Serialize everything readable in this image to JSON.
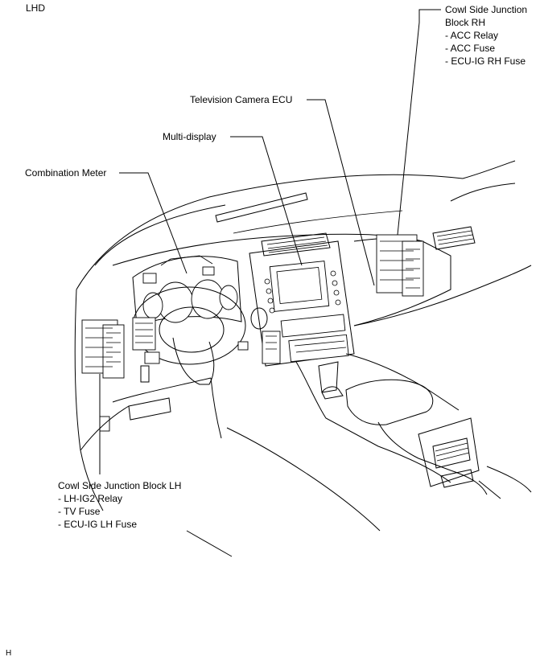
{
  "corner_top_left": "LHD",
  "corner_bottom_left": "H",
  "labels": {
    "cowl_rh": {
      "title_1": "Cowl Side Junction",
      "title_2": "Block  RH",
      "items": [
        "- ACC Relay",
        "- ACC Fuse",
        "- ECU-IG RH Fuse"
      ]
    },
    "tv_camera_ecu": "Television Camera ECU",
    "multi_display": "Multi-display",
    "combination_meter": "Combination Meter",
    "cowl_lh": {
      "title": "Cowl Side Junction Block LH",
      "items": [
        "- LH-IG2 Relay",
        "- TV Fuse",
        "- ECU-IG LH Fuse"
      ]
    }
  }
}
